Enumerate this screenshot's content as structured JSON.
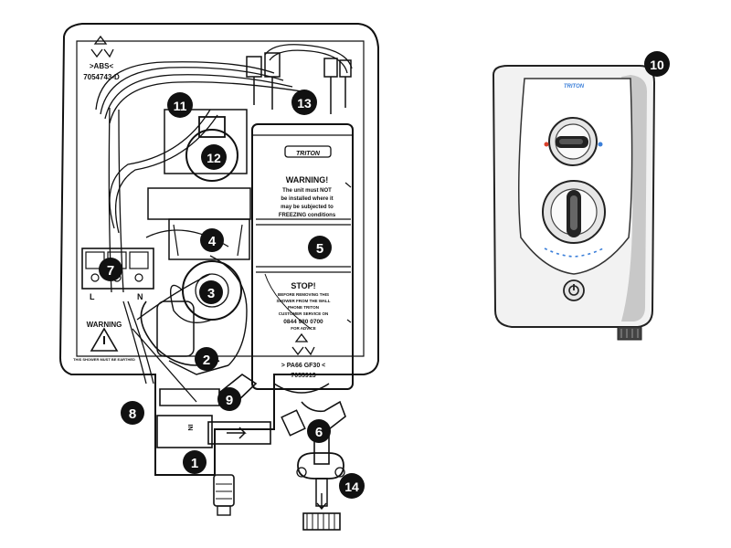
{
  "diagram": {
    "callouts": [
      "1",
      "2",
      "3",
      "4",
      "5",
      "6",
      "7",
      "8",
      "9",
      "10",
      "11",
      "12",
      "13",
      "14"
    ],
    "unit_labels": {
      "recycle_code_top": ">ABS<",
      "part_number_top": "7054743-D",
      "warning_left": "WARNING",
      "warning_left_small": "THIS SHOWER MUST BE EARTHED",
      "terminal_l": "L",
      "terminal_n": "N",
      "tank_brand": "TRITON",
      "warning_tank_title": "WARNING!",
      "warning_tank_line1": "The unit must NOT",
      "warning_tank_line2": "be installed where it",
      "warning_tank_line3": "may be subjected to",
      "warning_tank_line4": "FREEZING conditions",
      "stop_title": "STOP!",
      "stop_line1": "BEFORE REMOVING THIS",
      "stop_line2": "SHOWER FROM THE WALL",
      "stop_line3": "PHONE TRITON",
      "stop_line4": "CUSTOMER SERVICE ON",
      "stop_phone": "0844 980 0700",
      "stop_line5": "FOR ADVICE",
      "recycle_code_bottom": "> PA66 GF30 <",
      "part_number_bottom": "7055913",
      "inlet_mark": "IN"
    },
    "shower_brand": "TRITON",
    "colors": {
      "line": "#111111",
      "callout_fill": "#111111",
      "cover_fill": "#f2f2f2",
      "cover_shade": "#c8c8c8",
      "hot_mark": "#d9412b",
      "cold_mark": "#3b7fd9"
    }
  }
}
